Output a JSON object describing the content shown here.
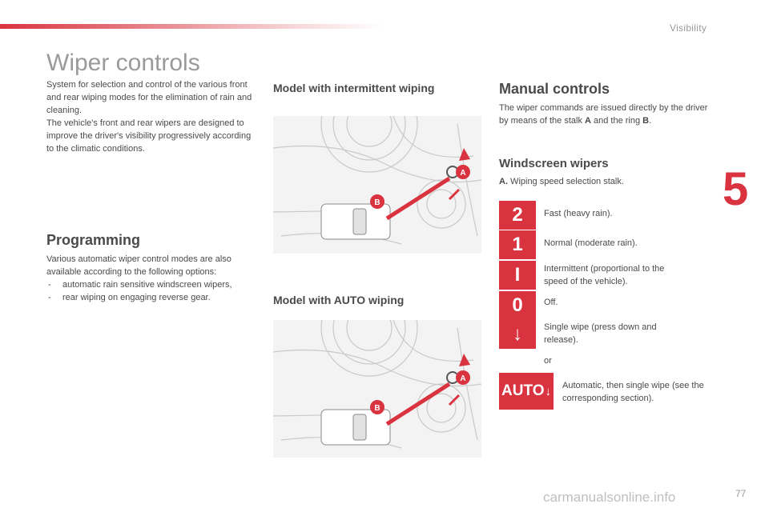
{
  "header": {
    "section": "Visibility",
    "chapter_number": "5"
  },
  "page": {
    "title": "Wiper controls",
    "page_number": "77",
    "watermark": "carmanualsonline.info"
  },
  "intro": {
    "p1": "System for selection and control of the various front and rear wiping modes for the elimination of rain and cleaning.",
    "p2": "The vehicle's front and rear wipers are designed to improve the driver's visibility progressively according to the climatic conditions."
  },
  "programming": {
    "heading": "Programming",
    "text": "Various automatic wiper control modes are also available according to the following options:",
    "items": [
      "automatic rain sensitive windscreen wipers,",
      "rear wiping on engaging reverse gear."
    ]
  },
  "models": {
    "intermittent": "Model with intermittent wiping",
    "auto": "Model with AUTO wiping"
  },
  "callouts": {
    "a": "A",
    "b": "B"
  },
  "manual": {
    "heading": "Manual controls",
    "text_1": "The wiper commands are issued directly by the driver by means of the stalk ",
    "a": "A",
    "text_2": " and the ring ",
    "b": "B",
    "text_3": "."
  },
  "windscreen": {
    "heading": "Windscreen wipers",
    "stalk_label": "A.",
    "stalk_text": " Wiping speed selection stalk.",
    "modes": [
      {
        "symbol": "2",
        "text": "Fast (heavy rain)."
      },
      {
        "symbol": "1",
        "text": "Normal (moderate rain)."
      },
      {
        "symbol": "I",
        "text": "Intermittent (proportional to the speed of the vehicle)."
      },
      {
        "symbol": "0",
        "text": "Off."
      },
      {
        "symbol": "↓",
        "text": "Single wipe (press down and release)."
      }
    ],
    "or": "or",
    "auto_symbol": "AUTO",
    "auto_arrow": "↓",
    "auto_text": "Automatic, then single wipe (see the corresponding section)."
  },
  "colors": {
    "accent": "#d9333f",
    "text": "#4a4a4a",
    "muted": "#9a9a9a"
  }
}
